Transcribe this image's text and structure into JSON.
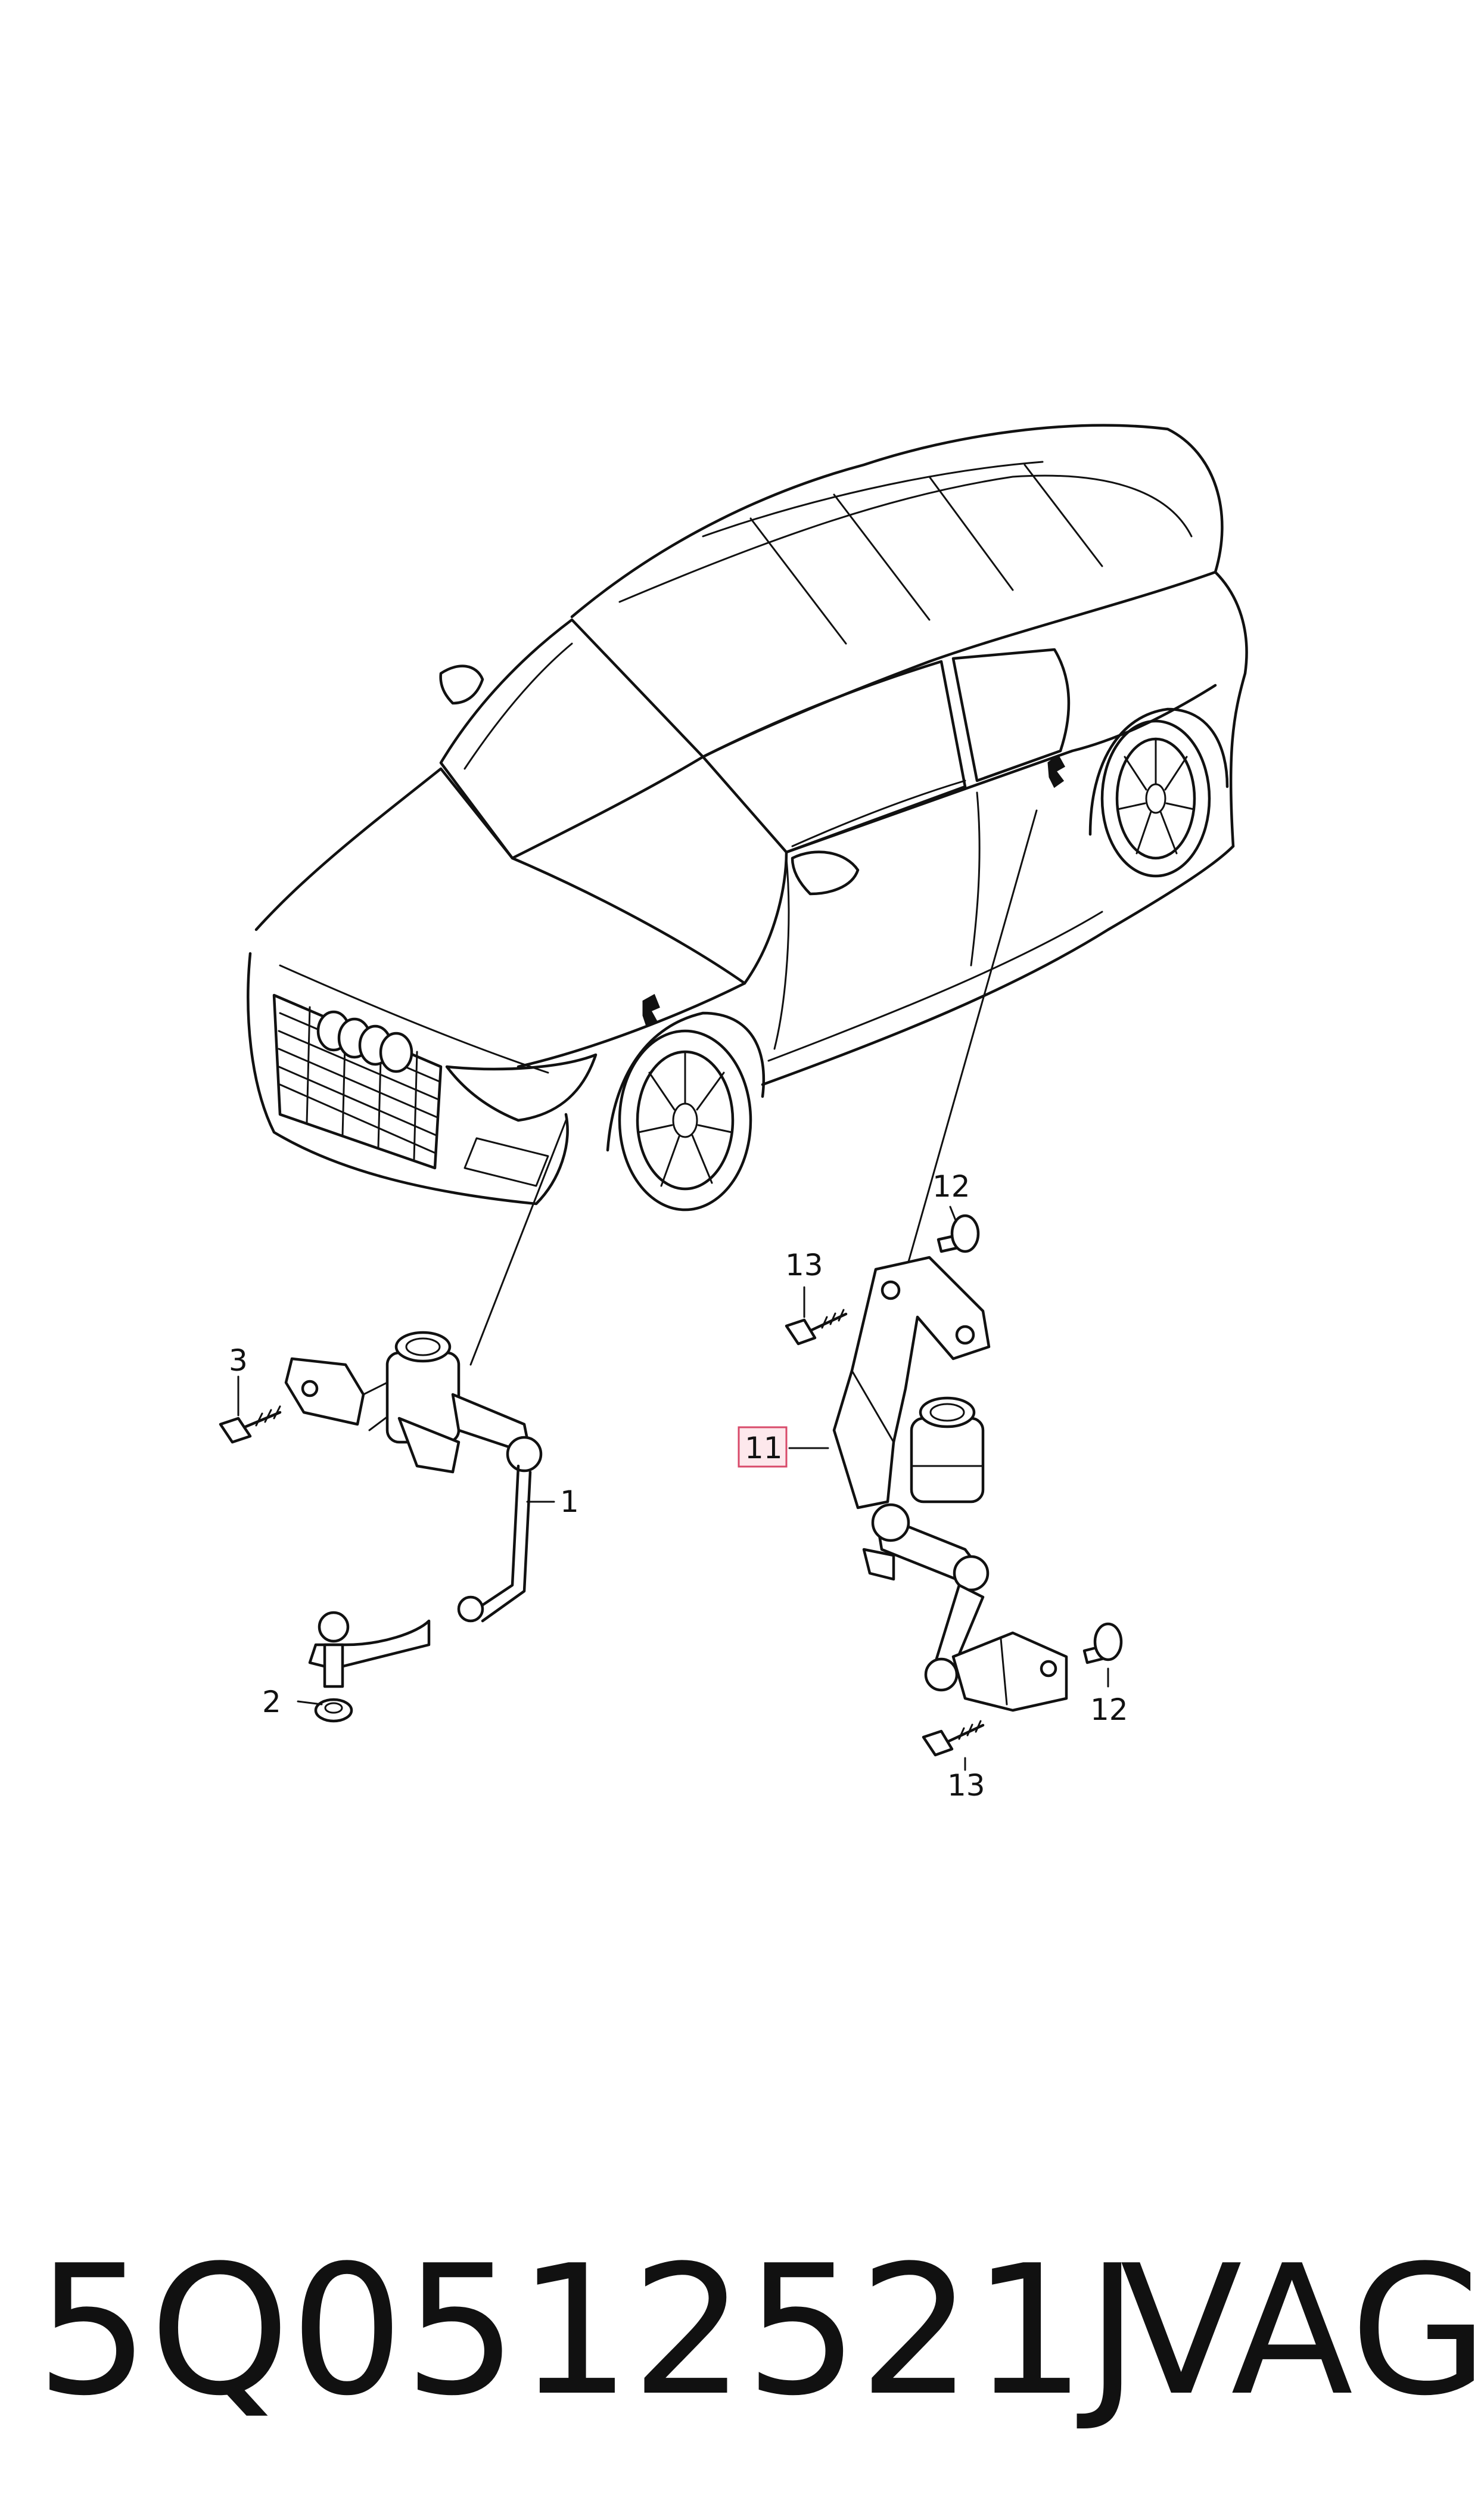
{
  "callouts": [
    {
      "id": "1",
      "label": "1"
    },
    {
      "id": "2",
      "label": "2"
    },
    {
      "id": "3",
      "label": "3"
    },
    {
      "id": "11",
      "label": "11",
      "highlighted": true
    },
    {
      "id": "12a",
      "label": "12"
    },
    {
      "id": "13a",
      "label": "13"
    },
    {
      "id": "12b",
      "label": "12"
    },
    {
      "id": "13b",
      "label": "13"
    }
  ],
  "footer": {
    "part_number": "5Q0512521J",
    "brand": "VAG"
  },
  "colors": {
    "ink": "#111111",
    "highlight_fill": "#fde8ec",
    "highlight_stroke": "#d84a6a"
  }
}
